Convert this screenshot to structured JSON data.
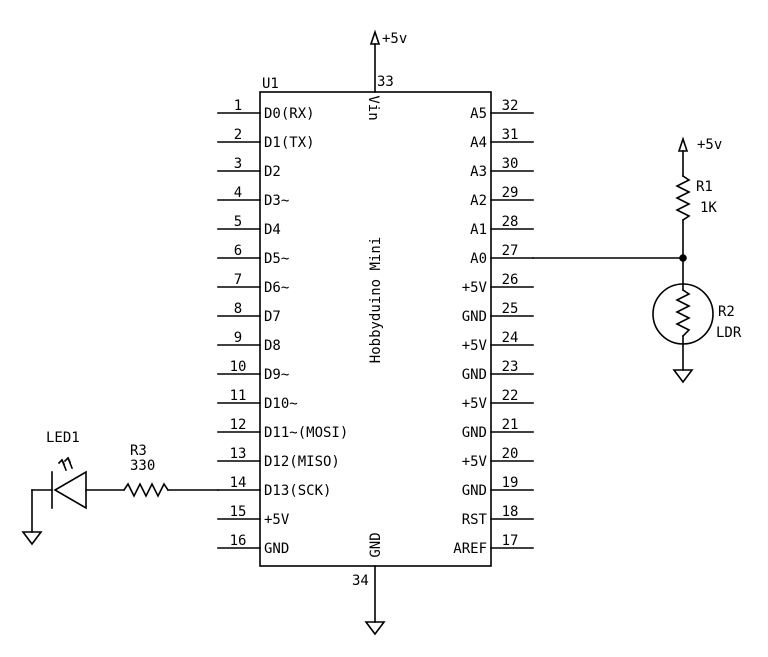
{
  "ic": {
    "ref": "U1",
    "name": "Hobbyduino Mini",
    "vin_label": "Vin",
    "vin_pin": "33",
    "gnd_label": "GND",
    "gnd_pin": "34",
    "vin_supply": "+5v"
  },
  "left_pins": [
    {
      "num": "1",
      "label": "D0(RX)"
    },
    {
      "num": "2",
      "label": "D1(TX)"
    },
    {
      "num": "3",
      "label": "D2"
    },
    {
      "num": "4",
      "label": "D3~"
    },
    {
      "num": "5",
      "label": "D4"
    },
    {
      "num": "6",
      "label": "D5~"
    },
    {
      "num": "7",
      "label": "D6~"
    },
    {
      "num": "8",
      "label": "D7"
    },
    {
      "num": "9",
      "label": "D8"
    },
    {
      "num": "10",
      "label": "D9~"
    },
    {
      "num": "11",
      "label": "D10~"
    },
    {
      "num": "12",
      "label": "D11~(MOSI)"
    },
    {
      "num": "13",
      "label": "D12(MISO)"
    },
    {
      "num": "14",
      "label": "D13(SCK)"
    },
    {
      "num": "15",
      "label": "+5V"
    },
    {
      "num": "16",
      "label": "GND"
    }
  ],
  "right_pins": [
    {
      "num": "32",
      "label": "A5"
    },
    {
      "num": "31",
      "label": "A4"
    },
    {
      "num": "30",
      "label": "A3"
    },
    {
      "num": "29",
      "label": "A2"
    },
    {
      "num": "28",
      "label": "A1"
    },
    {
      "num": "27",
      "label": "A0"
    },
    {
      "num": "26",
      "label": "+5V"
    },
    {
      "num": "25",
      "label": "GND"
    },
    {
      "num": "24",
      "label": "+5V"
    },
    {
      "num": "23",
      "label": "GND"
    },
    {
      "num": "22",
      "label": "+5V"
    },
    {
      "num": "21",
      "label": "GND"
    },
    {
      "num": "20",
      "label": "+5V"
    },
    {
      "num": "19",
      "label": "GND"
    },
    {
      "num": "18",
      "label": "RST"
    },
    {
      "num": "17",
      "label": "AREF"
    }
  ],
  "r1": {
    "ref": "R1",
    "value": "1K",
    "supply": "+5v"
  },
  "r2": {
    "ref": "R2",
    "value": "LDR"
  },
  "r3": {
    "ref": "R3",
    "value": "330"
  },
  "led": {
    "ref": "LED1"
  }
}
